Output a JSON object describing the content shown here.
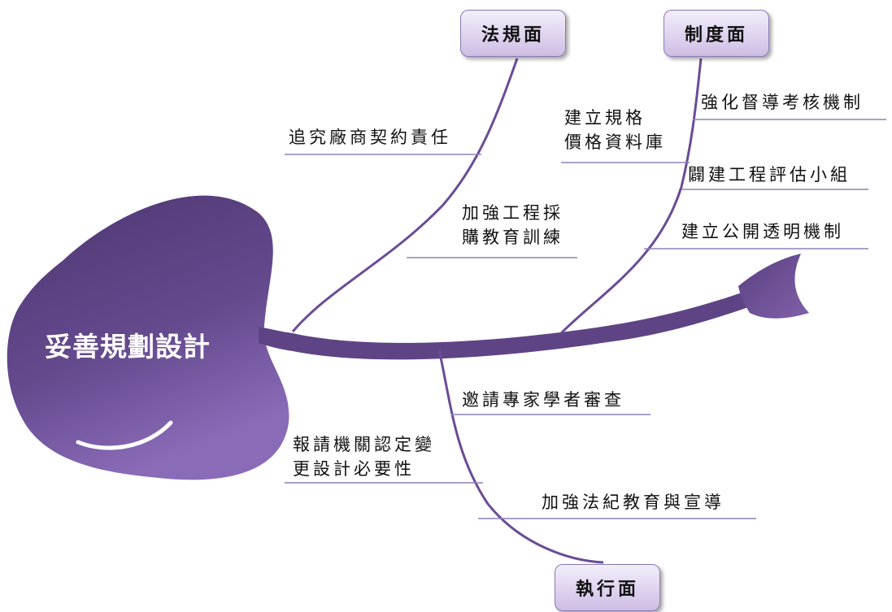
{
  "problem": "妥善規劃設計",
  "categories": {
    "law": "法規面",
    "system": "制度面",
    "execution": "執行面"
  },
  "causes": {
    "law": [
      "追究廠商契約責任",
      "加強工程採\n購教育訓練"
    ],
    "system": [
      "強化督導考核機制",
      "建立規格\n價格資料庫",
      "闢建工程評估小組",
      "建立公開透明機制"
    ],
    "execution": [
      "邀請專家學者審查",
      "報請機關認定變\n更設計必要性",
      "加強法紀教育與宣導"
    ]
  },
  "colors": {
    "body": "#5e4485",
    "body_light": "#8a6bb5",
    "box_border": "#8a7ab0",
    "underline": "#8f80b8"
  }
}
